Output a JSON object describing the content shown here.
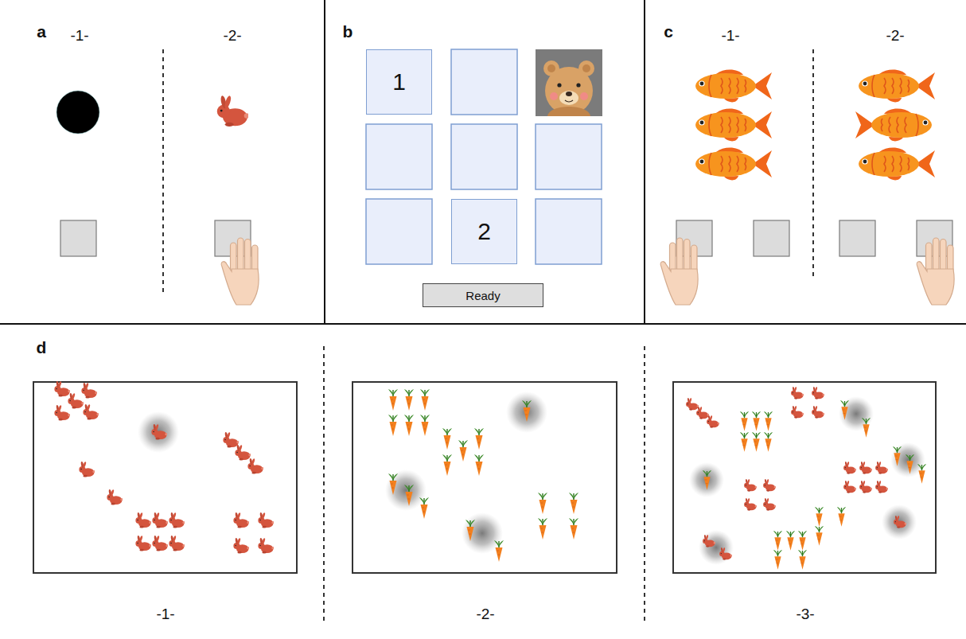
{
  "diagram": {
    "nodes": [
      {
        "text": [
          "1"
        ]
      },
      {
        "text": [
          "2"
        ]
      },
      {
        "text": [
          "Ready"
        ]
      }
    ],
    "labels": [
      "a",
      "-1-",
      "-2-",
      "b",
      "c",
      "-1-",
      "-2-",
      "d",
      "-1-",
      "-2-",
      "-3-"
    ]
  }
}
